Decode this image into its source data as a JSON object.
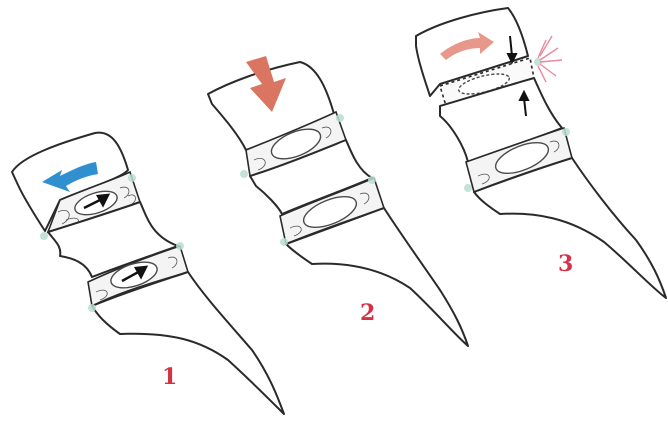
{
  "panels": [
    {
      "label": "1",
      "motion": "flexion"
    },
    {
      "label": "2",
      "motion": "compression"
    },
    {
      "label": "3",
      "motion": "rotation"
    }
  ],
  "colors": {
    "label": "#d63045",
    "arrow_flexion": "#2f8fcf",
    "arrow_compression": "#d97561",
    "arrow_rotation": "#e8988a",
    "ligament": "#b9ddd3",
    "injury_burst": "#e88a9a"
  },
  "icons": [
    "curved-arrow-left-icon",
    "down-arrow-icon",
    "curved-arrow-right-icon",
    "burst-icon"
  ]
}
